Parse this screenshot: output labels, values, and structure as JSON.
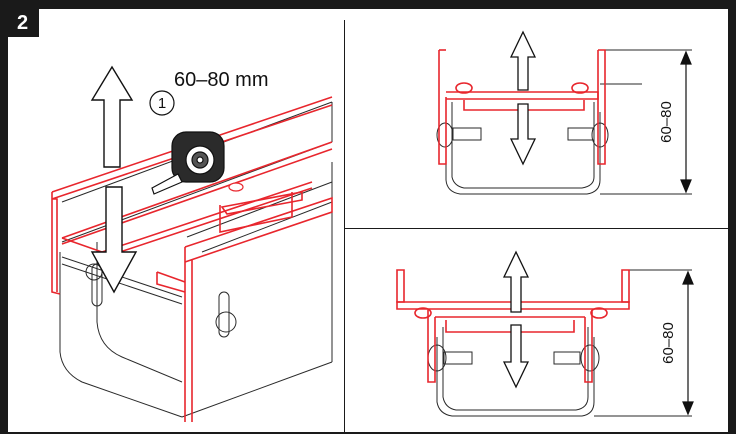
{
  "step": {
    "number": "2"
  },
  "main": {
    "measure_label": "60–80 mm",
    "callout_number": "1"
  },
  "top_detail": {
    "dimension_label": "60–80"
  },
  "bottom_detail": {
    "dimension_label": "60–80"
  },
  "colors": {
    "accent": "#e8262d",
    "line": "#2a2a2a",
    "frame": "#1a1a1a"
  },
  "icons": [
    "up-arrow-icon",
    "down-arrow-icon",
    "double-arrow-icon",
    "tape-measure-icon"
  ]
}
